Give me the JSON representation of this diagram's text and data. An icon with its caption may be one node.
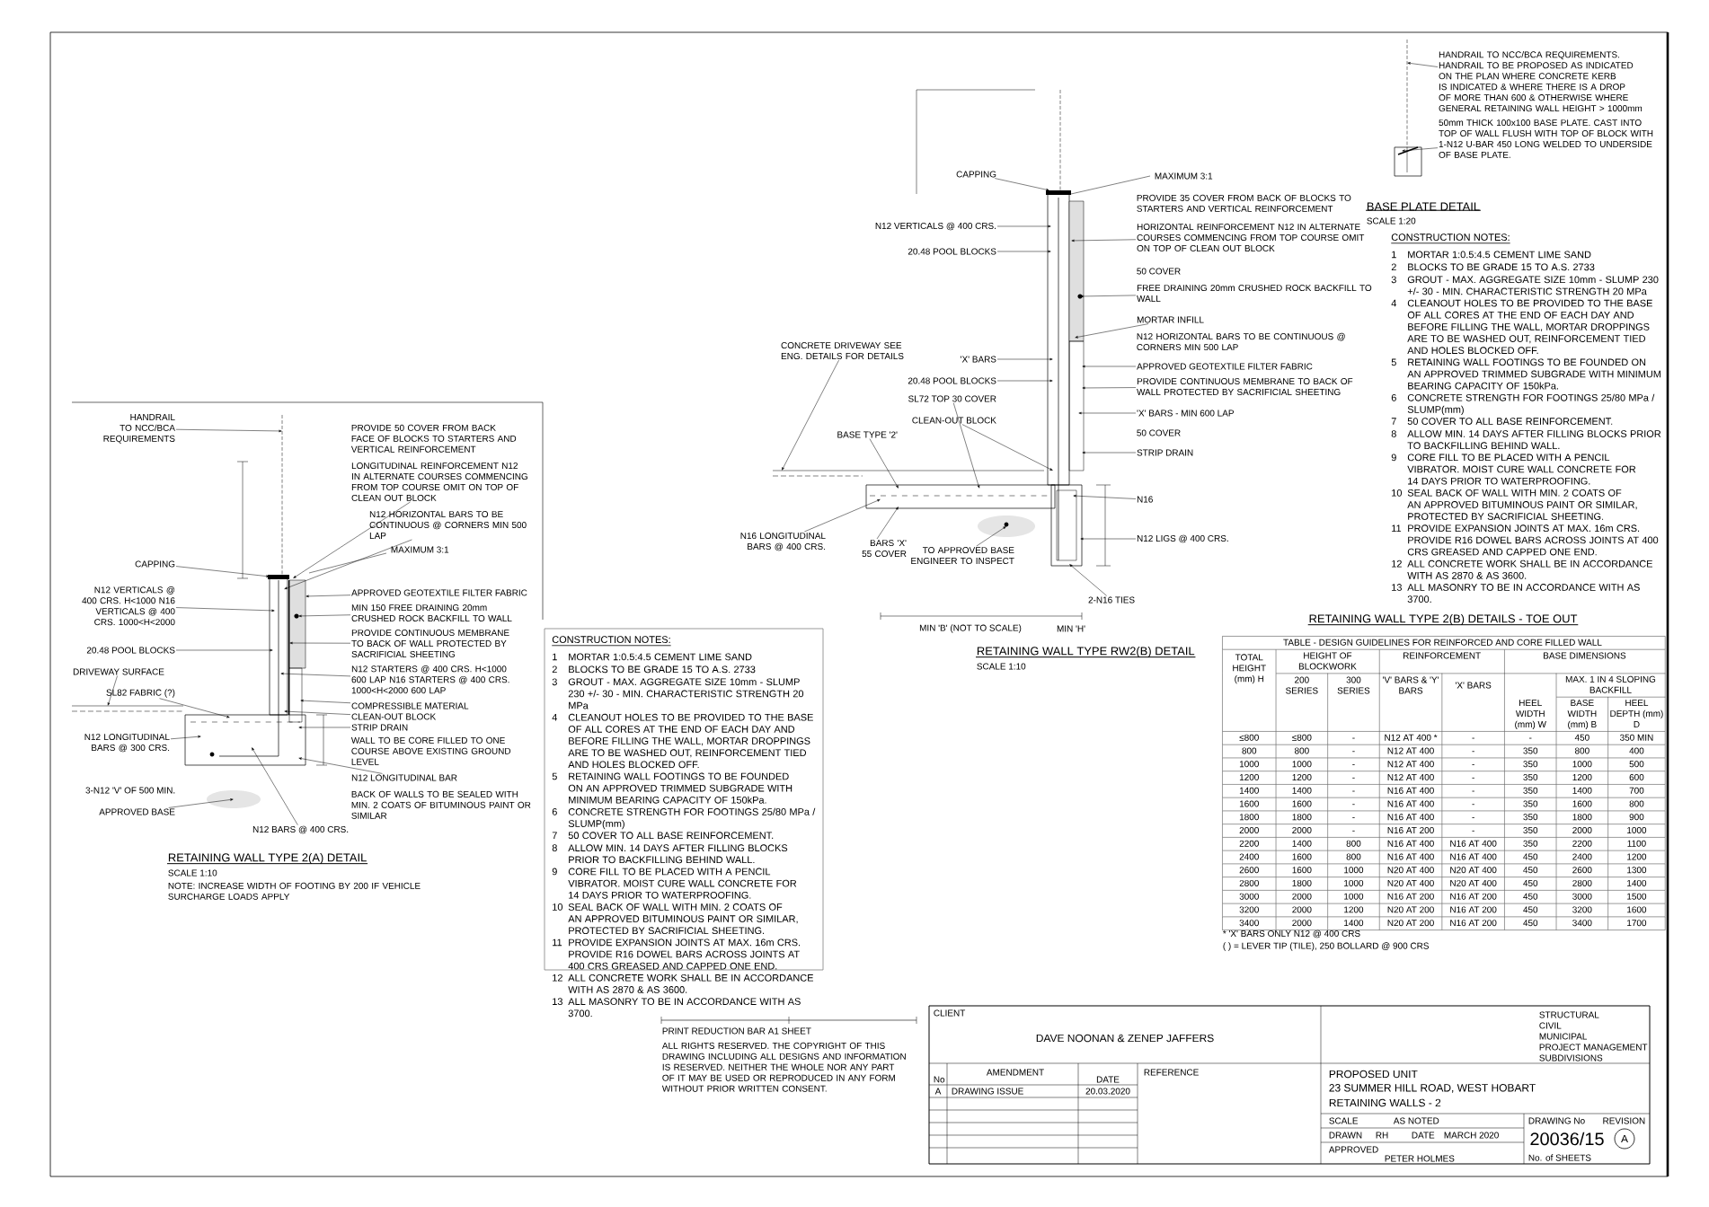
{
  "diagram": {
    "nodes": [
      {
        "text": [
          "HANDRAIL TO NCC/BCA REQUIREMENTS"
        ]
      },
      {
        "text": [
          "LONGITUDINAL REINFORCEMENT N12 IN ALTERNATE COURSES COMMENCING FROM TOP COURSE OMIT ON TOP OF CLEAN OUT BLOCK"
        ]
      },
      {
        "text": [
          "N12 HORIZONTAL BARS TO BE CONTINUOUS @ CORNERS MIN 500 LAP"
        ]
      },
      {
        "text": [
          "CAPPING"
        ]
      },
      {
        "text": [
          "APPROVED GEOTEXTILE FILTER FABRIC"
        ]
      },
      {
        "text": [
          "MIN 150 FREE DRAINING 20mm CRUSHED ROCK BACKFILL TO WALL"
        ]
      },
      {
        "text": [
          "PROVIDE CONTINUOUS MEMBRANE TO BACK OF WALL PROTECTED BY SACRIFICIAL SHEETING"
        ]
      },
      {
        "text": [
          "N12 STARTERS @ 400 CRS. H<1000 600 LAP N16 STARTERS @ 400 CRS. 1000<H<2000 600 LAP"
        ]
      },
      {
        "text": [
          "COMPRESSIBLE MATERIAL"
        ]
      },
      {
        "text": [
          "CLEAN-OUT BLOCK"
        ]
      },
      {
        "text": [
          "STRIP DRAIN"
        ]
      },
      {
        "text": [
          "N12 LONGITUDINAL BAR"
        ]
      },
      {
        "text": [
          "N12 VERTICALS @ 400 CRS. H<1000 N16 VERTICALS @ 400 CRS. 1000<H<2000"
        ]
      },
      {
        "text": [
          "20.48 POOL BLOCKS"
        ]
      },
      {
        "text": [
          "DRIVEWAY SURFACE"
        ]
      },
      {
        "text": [
          "SL82 FABRIC (?)"
        ]
      },
      {
        "text": [
          "N12 LONGITUDINAL BARS @ 300 CRS."
        ]
      },
      {
        "text": [
          "APPROVED BASE"
        ]
      },
      {
        "text": [
          "N12 BARS @ 400 CRS."
        ]
      },
      {
        "text": [
          "CAPPING"
        ]
      },
      {
        "text": [
          "N12 VERTICALS @ 400 CRS."
        ]
      },
      {
        "text": [
          "20.48 POOL BLOCKS"
        ]
      },
      {
        "text": [
          "HORIZONTAL REINFORCEMENT N12 IN ALTERNATE COURSES COMMENCING FROM TOP COURSE OMIT ON TOP OF CLEAN OUT BLOCK"
        ]
      },
      {
        "text": [
          "FREE DRAINING 20mm CRUSHED ROCK BACKFILL TO WALL"
        ]
      },
      {
        "text": [
          "MORTAR INFILL"
        ]
      },
      {
        "text": [
          "'X' BARS"
        ]
      },
      {
        "text": [
          "APPROVED GEOTEXTILE FILTER FABRIC"
        ]
      },
      {
        "text": [
          "20.48 POOL BLOCKS"
        ]
      },
      {
        "text": [
          "CONCRETE DRIVEWAY SEE ENG. DETAILS FOR DETAILS"
        ]
      },
      {
        "text": [
          "PROVIDE CONTINUOUS MEMBRANE TO BACK OF WALL PROTECTED BY SACRIFICIAL SHEETING"
        ]
      },
      {
        "text": [
          "BASE TYPE '2'"
        ]
      },
      {
        "text": [
          "N16 LONGITUDINAL BARS @ 400 CRS."
        ]
      },
      {
        "text": [
          "CLEAN-OUT BLOCK"
        ]
      },
      {
        "text": [
          "SL72 TOP 30 COVER"
        ]
      },
      {
        "text": [
          "'X' BARS - MIN 600 LAP"
        ]
      },
      {
        "text": [
          "STRIP DRAIN"
        ]
      },
      {
        "text": [
          "N16"
        ]
      },
      {
        "text": [
          "BARS 'X' 55 COVER"
        ]
      },
      {
        "text": [
          "TO APPROVED BASE ENGINEER TO INSPECT"
        ]
      },
      {
        "text": [
          "N12 LIGS @ 400 CRS."
        ]
      },
      {
        "text": [
          "2-N16 TIES"
        ]
      },
      {
        "text": [
          "HANDRAIL TO NCC/BCA REQUIREMENTS. HANDRAIL TO BE PROPOSED AS INDICATED ON THE PLAN WHERE CONCRETE KERB IS INDICATED & WHERE THERE IS A DROP OF MORE THAN 600 & OTHERWISE WHERE GENERAL RETAINING WALL HEIGHT > 1000mm"
        ]
      },
      {
        "text": [
          "50mm THICK 100x100 BASE PLATE. CAST INTO TOP OF WALL FLUSH WITH TOP OF BLOCK WITH 1-N12 U-BAR 450 LONG WELDED TO UNDERSIDE OF BASE PLATE."
        ]
      },
      {
        "text": [
          "A"
        ]
      },
      {
        "text": [],
        "shape": "picture"
      },
      {
        "text": [],
        "shape": "line"
      },
      {
        "text": [],
        "shape": "picture"
      },
      {
        "text": [],
        "shape": "picture"
      },
      {
        "text": [],
        "shape": "line"
      },
      {
        "text": [],
        "shape": "picture"
      }
    ],
    "edges": [
      {
        "from": 0,
        "to": 44,
        "arrow": "to"
      },
      {
        "from": 1,
        "to": 44,
        "arrow": "to"
      },
      {
        "from": 2,
        "to": 44,
        "arrow": "to"
      },
      {
        "from": 3,
        "to": 44,
        "arrow": "to"
      },
      {
        "from": 4,
        "to": 44,
        "arrow": "to"
      },
      {
        "from": 5,
        "to": 44,
        "arrow": "to"
      },
      {
        "from": 6,
        "to": 44,
        "arrow": "to"
      },
      {
        "from": 7,
        "to": 44,
        "arrow": "to"
      },
      {
        "from": 8,
        "to": 44,
        "arrow": "to"
      },
      {
        "from": 9,
        "to": 44,
        "arrow": "to"
      },
      {
        "from": 10,
        "to": 44,
        "arrow": "to"
      },
      {
        "from": 11,
        "to": 44,
        "arrow": "to"
      },
      {
        "from": 12,
        "to": 44,
        "arrow": "to"
      },
      {
        "from": 13,
        "to": 44,
        "arrow": "to"
      },
      {
        "from": 14,
        "to": 45,
        "arrow": "to"
      },
      {
        "from": 15,
        "to": 44,
        "arrow": "to"
      },
      {
        "from": 16,
        "to": 44,
        "arrow": "to"
      },
      {
        "from": 17,
        "to": 44,
        "arrow": "to"
      },
      {
        "from": 18,
        "to": 44,
        "arrow": "to"
      },
      {
        "from": 19,
        "to": 46,
        "arrow": "to"
      },
      {
        "from": 20,
        "to": 46,
        "arrow": "to"
      },
      {
        "from": 21,
        "to": 46,
        "arrow": "to"
      },
      {
        "from": 22,
        "to": 46,
        "arrow": "to"
      },
      {
        "from": 23,
        "to": 46,
        "arrow": "to"
      },
      {
        "from": 24,
        "to": 46,
        "arrow": "to"
      },
      {
        "from": 25,
        "to": 46,
        "arrow": "to"
      },
      {
        "from": 26,
        "to": 46,
        "arrow": "to"
      },
      {
        "from": 27,
        "to": 46,
        "arrow": "to"
      },
      {
        "from": 28,
        "to": 48,
        "arrow": "to"
      },
      {
        "from": 29,
        "to": 46,
        "arrow": "to"
      },
      {
        "from": 30,
        "to": 47,
        "arrow": "to"
      },
      {
        "from": 31,
        "to": 47,
        "arrow": "to"
      },
      {
        "from": 32,
        "to": 46,
        "arrow": "to"
      },
      {
        "from": 33,
        "to": 47,
        "arrow": "to"
      },
      {
        "from": 34,
        "to": 46,
        "arrow": "to"
      },
      {
        "from": 35,
        "to": 46,
        "arrow": "to"
      },
      {
        "from": 36,
        "to": 46,
        "arrow": "to"
      },
      {
        "from": 37,
        "to": 47,
        "arrow": "to"
      },
      {
        "from": 38,
        "to": 47,
        "arrow": "to"
      },
      {
        "from": 39,
        "to": 46,
        "arrow": "to"
      },
      {
        "from": 40,
        "to": 46,
        "arrow": "to"
      },
      {
        "from": 41,
        "to": 49,
        "arrow": "to"
      },
      {
        "from": 42,
        "to": 49,
        "arrow": "to"
      }
    ],
    "labels": [
      "PROVIDE 50 COVER FROM BACK FACE OF BLOCKS TO STARTERS AND VERTICAL REINFORCEMENT",
      "MAXIMUM 3:1",
      "WALL TO BE CORE FILLED TO ONE COURSE ABOVE EXISTING GROUND LEVEL",
      "BACK OF WALLS TO BE SEALED WITH MIN. 2 COATS OF BITUMINOUS PAINT OR SIMILAR",
      "3-N12 'V' OF 500 MIN.",
      "RETAINING WALL TYPE 2(A) DETAIL",
      "SCALE 1:10",
      "NOTE: INCREASE WIDTH OF FOOTING BY 200 IF VEHICLE SURCHARGE LOADS APPLY",
      "CONSTRUCTION NOTES:",
      "1",
      "MORTAR 1:0.5:4.5 CEMENT LIME SAND",
      "2",
      "BLOCKS TO BE GRADE 15 TO A.S. 2733",
      "3",
      "GROUT - MAX. AGGREGATE SIZE 10mm - SLUMP 230 +/- 30 - MIN. CHARACTERISTIC STRENGTH 20 MPa",
      "4",
      "CLEANOUT HOLES TO BE PROVIDED TO THE BASE OF ALL CORES AT THE END OF EACH DAY AND BEFORE FILLING THE WALL, MORTAR DROPPINGS ARE TO BE WASHED OUT, REINFORCEMENT TIED AND HOLES BLOCKED OFF.",
      "5",
      "RETAINING WALL FOOTINGS TO BE FOUNDED ON AN APPROVED TRIMMED SUBGRADE WITH MINIMUM BEARING CAPACITY OF 150kPa.",
      "6",
      "CONCRETE STRENGTH FOR FOOTINGS 25/80 MPa / SLUMP(mm)",
      "7",
      "50 COVER TO ALL BASE REINFORCEMENT.",
      "8",
      "ALLOW MIN. 14 DAYS AFTER FILLING BLOCKS PRIOR TO BACKFILLING BEHIND WALL.",
      "9",
      "CORE FILL TO BE PLACED WITH A PENCIL VIBRATOR. MOIST CURE WALL CONCRETE FOR 14 DAYS PRIOR TO WATERPROOFING.",
      "10",
      "SEAL BACK OF WALL WITH MIN. 2 COATS OF AN APPROVED BITUMINOUS PAINT OR SIMILAR, PROTECTED BY SACRIFICIAL SHEETING.",
      "11",
      "PROVIDE EXPANSION JOINTS AT MAX. 16m CRS. PROVIDE R16 DOWEL BARS ACROSS JOINTS AT 400 CRS GREASED AND CAPPED ONE END.",
      "12",
      "ALL CONCRETE WORK SHALL BE IN ACCORDANCE WITH AS 2870 & AS 3600.",
      "13",
      "ALL MASONRY TO BE IN ACCORDANCE WITH AS 3700.",
      "MAXIMUM 3:1",
      "PROVIDE 35 COVER FROM BACK OF BLOCKS TO STARTERS AND VERTICAL REINFORCEMENT",
      "50 COVER",
      "N12 HORIZONTAL BARS TO BE CONTINUOUS @ CORNERS MIN 500 LAP",
      "50 COVER",
      "MIN 'B' (NOT TO SCALE)",
      "MIN 'H'",
      "RETAINING WALL TYPE RW2(B) DETAIL",
      "SCALE 1:10",
      "BASE PLATE DETAIL",
      "SCALE 1:20",
      "CONSTRUCTION NOTES:",
      "1",
      "MORTAR 1:0.5:4.5 CEMENT LIME SAND",
      "2",
      "BLOCKS TO BE GRADE 15 TO A.S. 2733",
      "3",
      "GROUT - MAX. AGGREGATE SIZE 10mm - SLUMP 230 +/- 30 - MIN. CHARACTERISTIC STRENGTH 20 MPa",
      "4",
      "CLEANOUT HOLES TO BE PROVIDED TO THE BASE OF ALL CORES AT THE END OF EACH DAY AND BEFORE FILLING THE WALL, MORTAR DROPPINGS ARE TO BE WASHED OUT, REINFORCEMENT TIED AND HOLES BLOCKED OFF.",
      "5",
      "RETAINING WALL FOOTINGS TO BE FOUNDED ON AN APPROVED TRIMMED SUBGRADE WITH MINIMUM BEARING CAPACITY OF 150kPa.",
      "6",
      "CONCRETE STRENGTH FOR FOOTINGS 25/80 MPa / SLUMP(mm)",
      "7",
      "50 COVER TO ALL BASE REINFORCEMENT.",
      "8",
      "ALLOW MIN. 14 DAYS AFTER FILLING BLOCKS PRIOR TO BACKFILLING BEHIND WALL.",
      "9",
      "CORE FILL TO BE PLACED WITH A PENCIL VIBRATOR. MOIST CURE WALL CONCRETE FOR 14 DAYS PRIOR TO WATERPROOFING.",
      "10",
      "SEAL BACK OF WALL WITH MIN. 2 COATS OF AN APPROVED BITUMINOUS PAINT OR SIMILAR, PROTECTED BY SACRIFICIAL SHEETING.",
      "11",
      "PROVIDE EXPANSION JOINTS AT MAX. 16m CRS. PROVIDE R16 DOWEL BARS ACROSS JOINTS AT 400 CRS GREASED AND CAPPED ONE END.",
      "12",
      "ALL CONCRETE WORK SHALL BE IN ACCORDANCE WITH AS 2870 & AS 3600.",
      "13",
      "ALL MASONRY TO BE IN ACCORDANCE WITH AS 3700.",
      "RETAINING WALL TYPE 2(B) DETAILS - TOE OUT",
      "TABLE - DESIGN GUIDELINES FOR REINFORCED AND CORE FILLED WALL",
      "TOTAL HEIGHT (mm) H",
      "HEIGHT OF BLOCKWORK",
      "REINFORCEMENT",
      "BASE DIMENSIONS",
      "200 SERIES",
      "300 SERIES",
      "'V' BARS & 'Y' BARS",
      "'X' BARS",
      "MAX. 1 IN 4 SLOPING BACKFILL",
      "HEEL WIDTH (mm) W",
      "BASE WIDTH (mm) B",
      "HEEL DEPTH (mm) D",
      "≤800",
      "≤800",
      "-",
      "N12 AT 400 *",
      "-",
      "-",
      "450",
      "350 MIN",
      "800",
      "800",
      "-",
      "N12 AT 400",
      "-",
      "350",
      "800",
      "400",
      "1000",
      "1000",
      "-",
      "N12 AT 400",
      "-",
      "350",
      "1000",
      "500",
      "1200",
      "1200",
      "-",
      "N12 AT 400",
      "-",
      "350",
      "1200",
      "600",
      "1400",
      "1400",
      "-",
      "N16 AT 400",
      "-",
      "350",
      "1400",
      "700",
      "1600",
      "1600",
      "-",
      "N16 AT 400",
      "-",
      "350",
      "1600",
      "800",
      "1800",
      "1800",
      "-",
      "N16 AT 400",
      "-",
      "350",
      "1800",
      "900",
      "2000",
      "2000",
      "-",
      "N16 AT 200",
      "-",
      "350",
      "2000",
      "1000",
      "2200",
      "1400",
      "800",
      "N16 AT 400",
      "N16 AT 400",
      "350",
      "2200",
      "1100",
      "2400",
      "1600",
      "800",
      "N16 AT 400",
      "N16 AT 400",
      "450",
      "2400",
      "1200",
      "2600",
      "1600",
      "1000",
      "N20 AT 400",
      "N20 AT 400",
      "450",
      "2600",
      "1300",
      "2800",
      "1800",
      "1000",
      "N20 AT 400",
      "N20 AT 400",
      "450",
      "2800",
      "1400",
      "3000",
      "2000",
      "1000",
      "N16 AT 200",
      "N16 AT 200",
      "450",
      "3000",
      "1500",
      "3200",
      "2000",
      "1200",
      "N20 AT 200",
      "N16 AT 200",
      "450",
      "3200",
      "1600",
      "3400",
      "2000",
      "1400",
      "N20 AT 200",
      "N16 AT 200",
      "450",
      "3400",
      "1700",
      "* 'X' BARS ONLY N12 @ 400 CRS",
      "( ) = LEVER TIP (TILE), 250 BOLLARD @ 900 CRS",
      "PRINT REDUCTION BAR A1 SHEET",
      "ALL RIGHTS RESERVED. THE COPYRIGHT OF THIS DRAWING INCLUDING ALL DESIGNS AND INFORMATION IS RESERVED. NEITHER THE WHOLE NOR ANY PART OF IT MAY BE USED OR REPRODUCED IN ANY FORM WITHOUT PRIOR WRITTEN CONSENT.",
      "CLIENT",
      "DAVE NOONAN & ZENEP JAFFERS",
      "STRUCTURAL",
      "CIVIL",
      "MUNICIPAL",
      "PROJECT MANAGEMENT",
      "SUBDIVISIONS",
      "AMENDMENT",
      "No",
      "DATE",
      "REFERENCE",
      "A",
      "DRAWING ISSUE",
      "20.03.2020",
      "PROPOSED UNIT",
      "23 SUMMER HILL ROAD, WEST HOBART",
      "RETAINING WALLS - 2",
      "SCALE",
      "AS NOTED",
      "DRAWN",
      "RH",
      "DATE",
      "MARCH 2020",
      "APPROVED",
      "PETER HOLMES",
      "DRAWING No",
      "REVISION",
      "20036/15",
      "No. of SHEETS"
    ]
  }
}
